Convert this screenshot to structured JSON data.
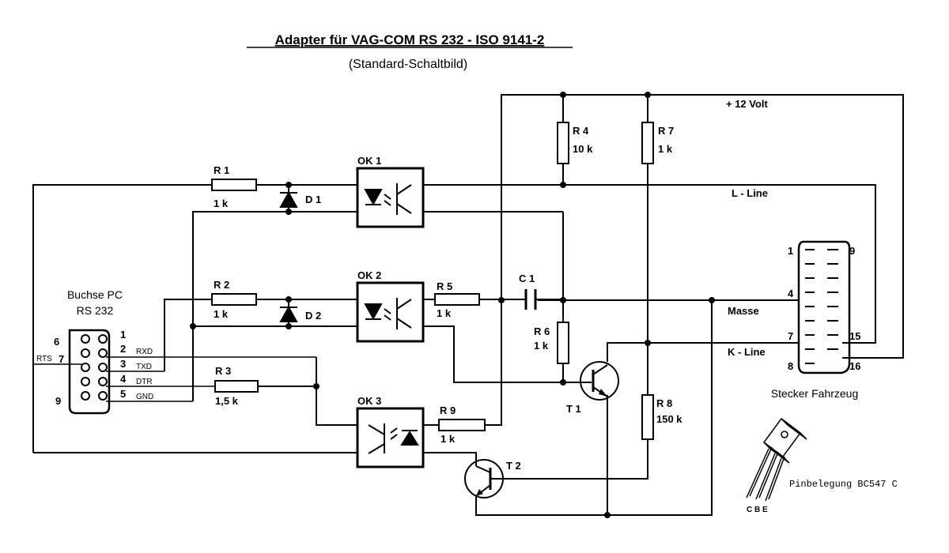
{
  "title": "Adapter für VAG-COM   RS 232 - ISO 9141-2",
  "subtitle": "(Standard-Schaltbild)",
  "supply_label": "+ 12 Volt",
  "l_line_label": "L - Line",
  "k_line_label": "K - Line",
  "masse_label": "Masse",
  "pc_connector": {
    "title_line1": "Buchse PC",
    "title_line2": "RS 232",
    "rts_label": "RTS",
    "pins": [
      "1",
      "2",
      "3",
      "4",
      "5",
      "6",
      "7",
      "9"
    ],
    "signals": [
      "RXD",
      "TXD",
      "DTR",
      "GND"
    ]
  },
  "car_connector": {
    "title": "Stecker Fahrzeug",
    "pins": [
      "1",
      "9",
      "4",
      "7",
      "15",
      "8",
      "16"
    ]
  },
  "components": {
    "R1": {
      "name": "R 1",
      "value": "1 k"
    },
    "R2": {
      "name": "R 2",
      "value": "1 k"
    },
    "R3": {
      "name": "R 3",
      "value": "1,5 k"
    },
    "R4": {
      "name": "R 4",
      "value": "10 k"
    },
    "R5": {
      "name": "R 5",
      "value": "1 k"
    },
    "R6": {
      "name": "R 6",
      "value": "1 k"
    },
    "R7": {
      "name": "R 7",
      "value": "1 k"
    },
    "R8": {
      "name": "R 8",
      "value": "150 k"
    },
    "R9": {
      "name": "R 9",
      "value": "1 k"
    },
    "C1": {
      "name": "C 1"
    },
    "D1": {
      "name": "D 1"
    },
    "D2": {
      "name": "D 2"
    },
    "OK1": {
      "name": "OK 1"
    },
    "OK2": {
      "name": "OK 2"
    },
    "OK3": {
      "name": "OK 3"
    },
    "T1": {
      "name": "T 1"
    },
    "T2": {
      "name": "T 2"
    }
  },
  "pinout": {
    "caption": "Pinbelegung BC547 C",
    "pins_text": "C B E"
  }
}
